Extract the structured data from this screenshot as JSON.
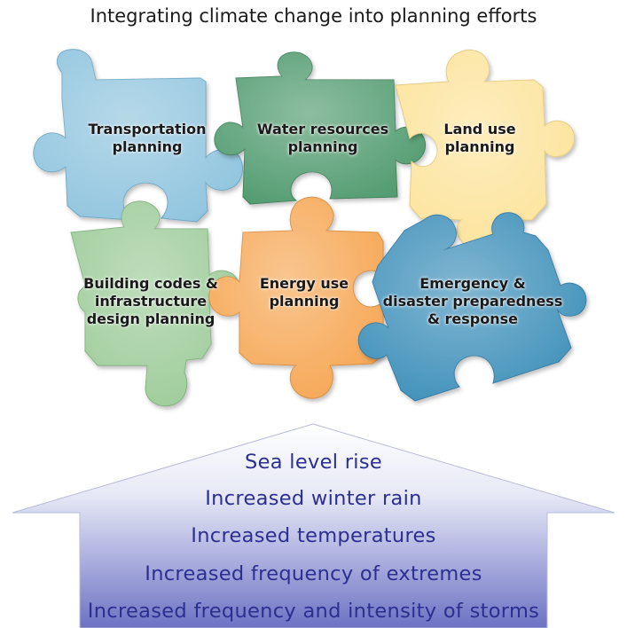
{
  "title": "Integrating climate change into planning efforts",
  "pieces": [
    {
      "id": "transportation",
      "lines": [
        "Transportation",
        "planning"
      ],
      "color": "#8fc4de"
    },
    {
      "id": "water",
      "lines": [
        "Water resources",
        "planning"
      ],
      "color": "#4f9a6e"
    },
    {
      "id": "landuse",
      "lines": [
        "Land use",
        "planning"
      ],
      "color": "#fde39a"
    },
    {
      "id": "building",
      "lines": [
        "Building codes &",
        "infrastructure",
        "design planning"
      ],
      "color": "#9ccb98"
    },
    {
      "id": "energy",
      "lines": [
        "Energy use",
        "planning"
      ],
      "color": "#f6a653"
    },
    {
      "id": "emergency",
      "lines": [
        "Emergency &",
        "disaster preparedness",
        "& response"
      ],
      "color": "#3d8fb9"
    }
  ],
  "arrow_items": [
    "Sea level rise",
    "Increased winter rain",
    "Increased temperatures",
    "Increased frequency of extremes",
    "Increased frequency and intensity of storms"
  ]
}
